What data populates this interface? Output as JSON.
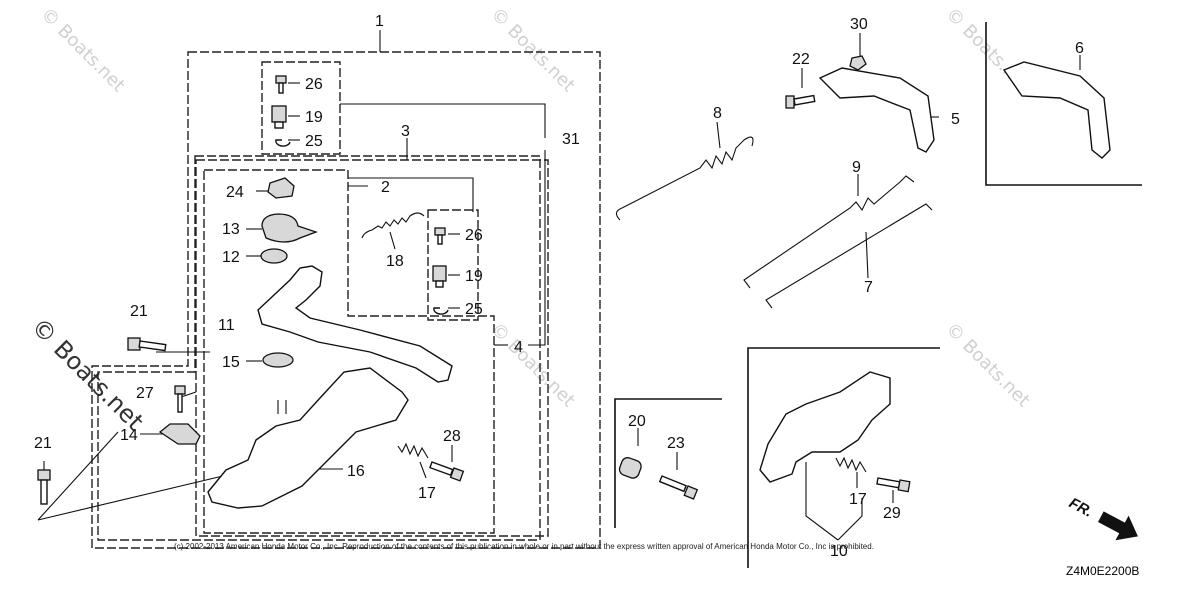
{
  "watermark": "© Boats.net",
  "copyright": "(c) 2002-2013 American Honda Motor Co., Inc. Reproduction of the contents of this publication in whole or in part without the express written approval of American Honda Motor Co., Inc is prohibited.",
  "diagram_code": "Z4M0E2200B",
  "front_label": "FR.",
  "callouts": {
    "c1": "1",
    "c2": "2",
    "c3": "3",
    "c4": "4",
    "c5": "5",
    "c6": "6",
    "c7": "7",
    "c8": "8",
    "c9": "9",
    "c10": "10",
    "c11": "11",
    "c12": "12",
    "c13": "13",
    "c14": "14",
    "c15": "15",
    "c16": "16",
    "c17a": "17",
    "c17b": "17",
    "c18": "18",
    "c19a": "19",
    "c19b": "19",
    "c20": "20",
    "c21a": "21",
    "c21b": "21",
    "c22": "22",
    "c23": "23",
    "c24": "24",
    "c25a": "25",
    "c25b": "25",
    "c26a": "26",
    "c26b": "26",
    "c27": "27",
    "c28": "28",
    "c29": "29",
    "c30": "30",
    "c31": "31"
  }
}
